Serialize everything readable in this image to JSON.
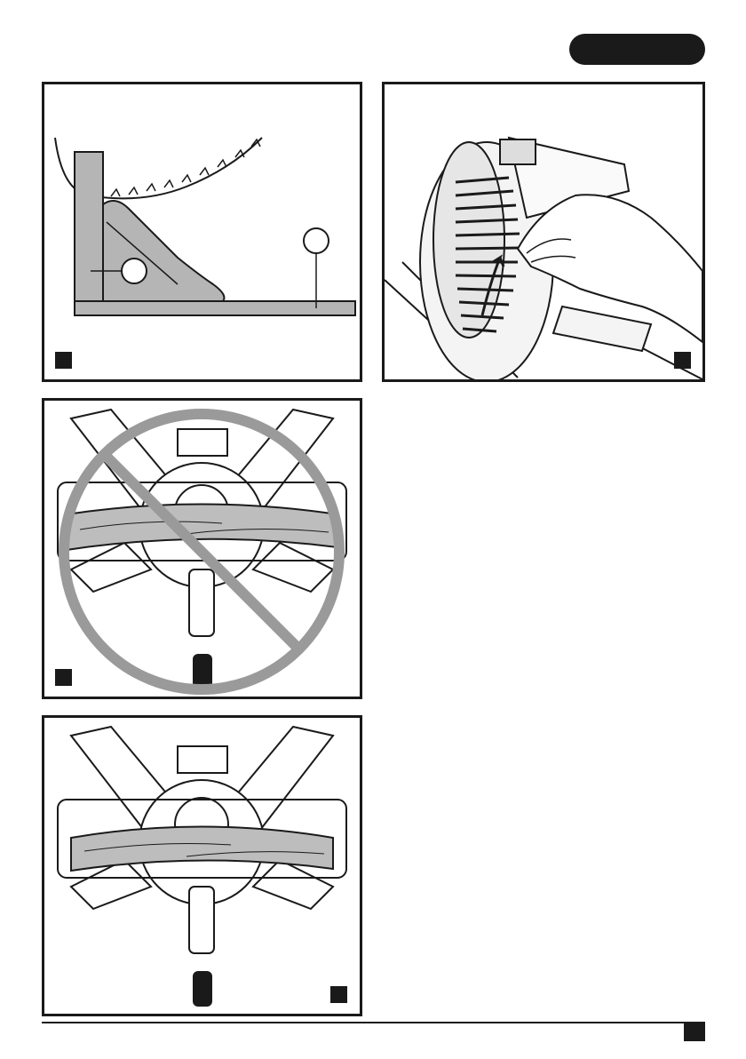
{
  "page": {
    "language_badge": {
      "color": "#1a1a1a"
    },
    "figures": [
      {
        "id": "figure-1",
        "depicts": "blade-guard-callouts",
        "callouts": 2
      },
      {
        "id": "figure-2",
        "depicts": "hand-lifting-blade-guard"
      },
      {
        "id": "figure-3",
        "depicts": "bowed-workpiece-incorrect",
        "prohibited": true
      },
      {
        "id": "figure-4",
        "depicts": "bowed-workpiece-correct",
        "prohibited": false
      }
    ],
    "colors": {
      "ink": "#1a1a1a",
      "fence_grey": "#b5b5b5",
      "prohibit_grey": "#9a9a9a",
      "wood": "#bdbdbd"
    }
  }
}
